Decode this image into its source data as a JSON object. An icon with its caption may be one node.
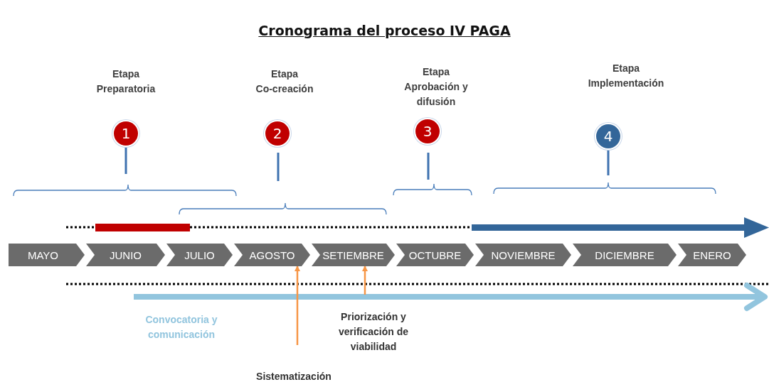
{
  "diagram": {
    "title": "Cronograma del proceso IV PAGA",
    "nodes": [
      {
        "text": [
          "1"
        ]
      },
      {
        "text": [
          "2"
        ]
      },
      {
        "text": [
          "3"
        ]
      },
      {
        "text": [
          "4"
        ]
      },
      {
        "text": [
          "MAYO"
        ]
      },
      {
        "text": [
          "JUNIO"
        ]
      },
      {
        "text": [
          "JULIO"
        ]
      },
      {
        "text": [
          "AGOSTO"
        ]
      },
      {
        "text": [
          "SETIEMBRE"
        ]
      },
      {
        "text": [
          "OCTUBRE"
        ]
      },
      {
        "text": [
          "NOVIEMBRE"
        ]
      },
      {
        "text": [
          "DICIEMBRE"
        ]
      },
      {
        "text": [
          "ENERO"
        ]
      }
    ],
    "edges": [
      {
        "from": null,
        "to": 7,
        "arrow": "to"
      },
      {
        "from": null,
        "to": 8,
        "arrow": "to"
      }
    ],
    "labels": [
      "Etapa Preparatoria",
      "Etapa Co-creación",
      "Etapa Aprobación y difusión",
      "Etapa Implementación",
      "Convocatoria y comunicación",
      "Priorización y verificación de viabilidad",
      "Sistematización"
    ]
  }
}
